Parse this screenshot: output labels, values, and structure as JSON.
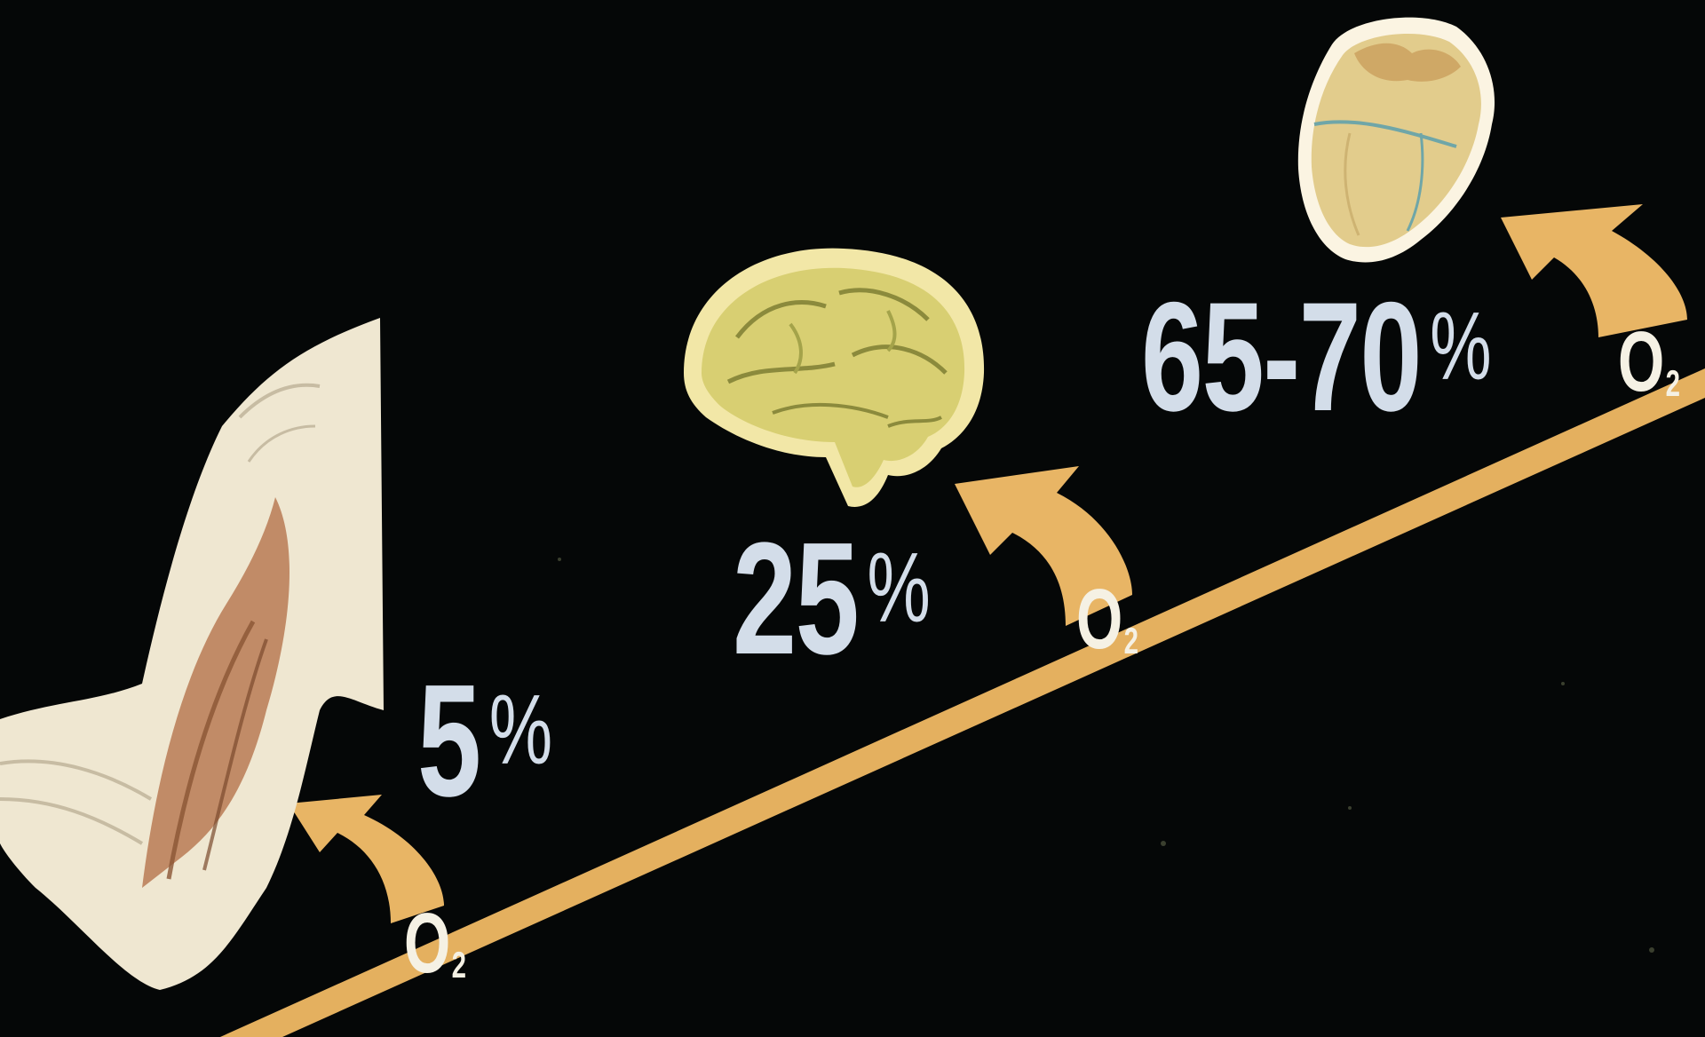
{
  "diagram": {
    "labels": {
      "muscle_value": "5",
      "brain_value": "25",
      "heart_value": "65-70",
      "percent_symbol": "%",
      "oxygen": "O",
      "oxygen_subscript": "2"
    },
    "organs": [
      "muscle-arm-icon",
      "brain-icon",
      "heart-icon"
    ],
    "colors": {
      "background": "#050707",
      "arrow": "#e8b565",
      "percent_text": "#d3dde9",
      "o2_text": "#f5f1e4",
      "brain": "#d8cf72",
      "heart": "#e2cc8c",
      "muscle": "#b97a55"
    }
  }
}
